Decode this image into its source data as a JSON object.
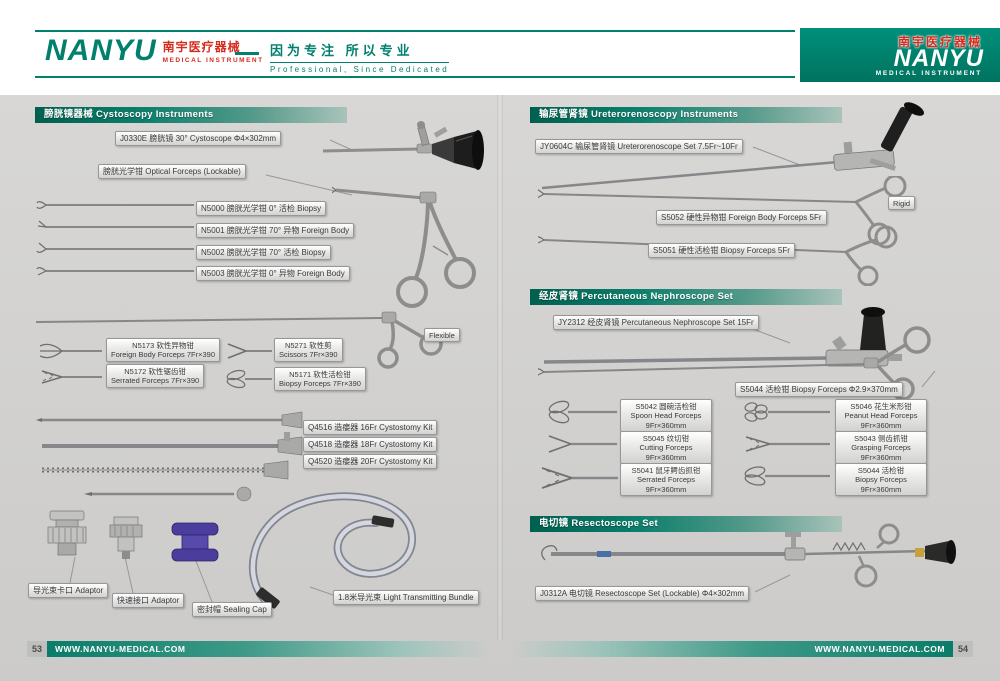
{
  "brand": {
    "logo_text": "NANYU",
    "logo_cn": "南宇医疗器械",
    "logo_sub": "MEDICAL  INSTRUMENT",
    "slogan_cn": "因为专注 所以专业",
    "slogan_en": "Professional, Since Dedicated",
    "right_logo_cn": "南宇医疗器械",
    "right_logo_text": "NANYU",
    "right_logo_sub": "MEDICAL INSTRUMENT"
  },
  "colors": {
    "teal": "#00806d",
    "red": "#d52b1e",
    "page_bg": "#d2d1cf"
  },
  "left_page": {
    "section_title": "膀胱镜器械 Cystoscopy Instruments",
    "labels": {
      "cystoscope": "J0330E 膀胱镜 30°  Cystoscope  Φ4×302mm",
      "optical_forceps": "膀胱光学钳 Optical Forceps (Lockable)",
      "n5000": "N5000 膀胱光学钳  0°  活检 Biopsy",
      "n5001": "N5001 膀胱光学钳 70°  异物 Foreign Body",
      "n5002": "N5002 膀胱光学钳 70°  活检 Biopsy",
      "n5003": "N5003 膀胱光学钳  0°  异物 Foreign Body",
      "flexible_tag": "Flexible",
      "n5173_1": "N5173 软性异物钳",
      "n5173_2": "Foreign Body Forceps 7Fr×390",
      "n5271_1": "N5271 软性剪",
      "n5271_2": "Scissors 7Fr×390",
      "n5172_1": "N5172 软性锯齿钳",
      "n5172_2": "Serrated Forceps 7Fr×390",
      "n5171_1": "N5171 软性活检钳",
      "n5171_2": "Biopsy Forceps 7Fr×390",
      "q4516": "Q4516 造瘘器 16Fr Cystostomy Kit",
      "q4518": "Q4518 造瘘器 18Fr Cystostomy Kit",
      "q4520": "Q4520 造瘘器 20Fr Cystostomy Kit",
      "adaptor_bayonet": "导光束卡口 Adaptor",
      "adaptor_quick": "快速接口 Adaptor",
      "sealing_cap": "密封帽 Sealing Cap",
      "light_bundle": "1.8米导光束  Light Transmitting Bundle"
    }
  },
  "right_page": {
    "section1_title": "输尿管肾镜 Ureterorenoscopy Instruments",
    "section2_title": "经皮肾镜 Percutaneous Nephroscope Set",
    "section3_title": "电切镜  Resectoscope Set",
    "labels": {
      "jy0604c": "JY0604C 输尿管肾镜 Ureterorenoscope Set 7.5Fr~10Fr",
      "rigid_tag": "Rigid",
      "s5052": "S5052 硬性异物钳 Foreign Body Forceps 5Fr",
      "s5051": "S5051 硬性活检钳 Biopsy Forceps 5Fr",
      "jy2312": "JY2312 经皮肾镜 Percutaneous Nephroscope Set 15Fr",
      "s5044_main": "S5044 活检钳 Biopsy Forceps Φ2.9×370mm",
      "j0312a": "J0312A 电切镜 Resectoscope Set (Lockable)  Φ4×302mm"
    },
    "forceps_grid": [
      {
        "l1": "S5042 圆碗活检钳",
        "l2": "Spoon Head Forceps",
        "l3": "9Fr×360mm"
      },
      {
        "l1": "S5046 花生米形钳",
        "l2": "Peanut Head Forceps",
        "l3": "9Fr×360mm"
      },
      {
        "l1": "S5045 纹切钳",
        "l2": "Cutting Forceps",
        "l3": "9Fr×360mm"
      },
      {
        "l1": "S5043 侧齿抓钳",
        "l2": "Grasping Forceps",
        "l3": "9Fr×360mm"
      },
      {
        "l1": "S5041 鼠牙鳄齿抓钳",
        "l2": "Serrated Forceps",
        "l3": "9Fr×360mm"
      },
      {
        "l1": "S5044 活检钳",
        "l2": "Biopsy Forceps",
        "l3": "9Fr×360mm"
      }
    ]
  },
  "footer": {
    "left_page_number": "53",
    "left_url": "WWW.NANYU-MEDICAL.COM",
    "right_url": "WWW.NANYU-MEDICAL.COM",
    "right_page_number": "54"
  }
}
